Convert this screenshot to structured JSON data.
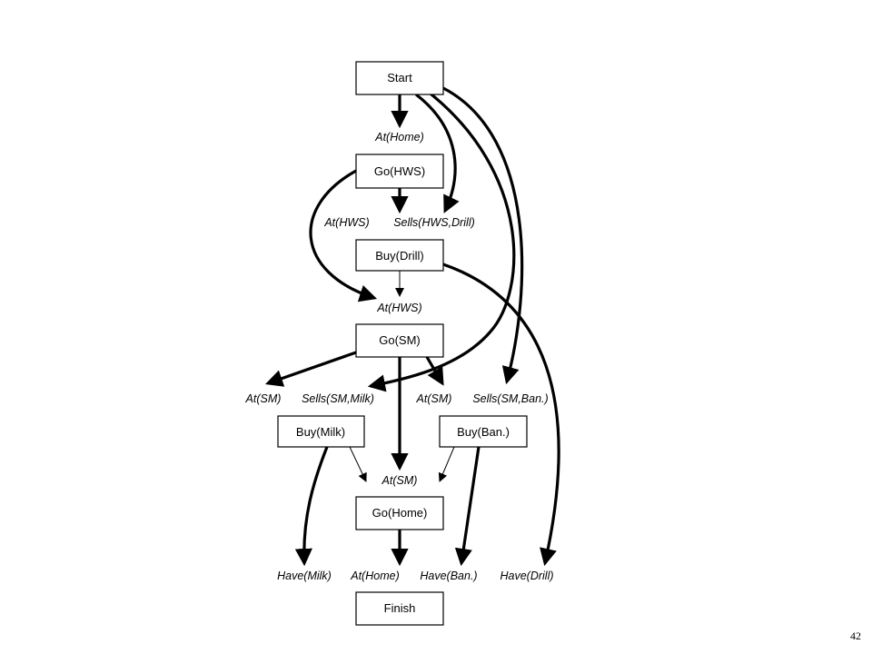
{
  "diagram": {
    "steps": {
      "start": "Start",
      "go_hws": "Go(HWS)",
      "buy_drill": "Buy(Drill)",
      "go_sm": "Go(SM)",
      "buy_milk": "Buy(Milk)",
      "buy_ban": "Buy(Ban.)",
      "go_home": "Go(Home)",
      "finish": "Finish"
    },
    "conditions": {
      "at_home_1": "At(Home)",
      "at_hws_1": "At(HWS)",
      "sells_hws_drill": "Sells(HWS,Drill)",
      "at_hws_2": "At(HWS)",
      "at_sm_1": "At(SM)",
      "sells_sm_milk": "Sells(SM,Milk)",
      "at_sm_2": "At(SM)",
      "sells_sm_ban": "Sells(SM,Ban.)",
      "at_sm_3": "At(SM)",
      "have_milk": "Have(Milk)",
      "at_home_2": "At(Home)",
      "have_ban": "Have(Ban.)",
      "have_drill": "Have(Drill)"
    }
  },
  "page_number": "42"
}
